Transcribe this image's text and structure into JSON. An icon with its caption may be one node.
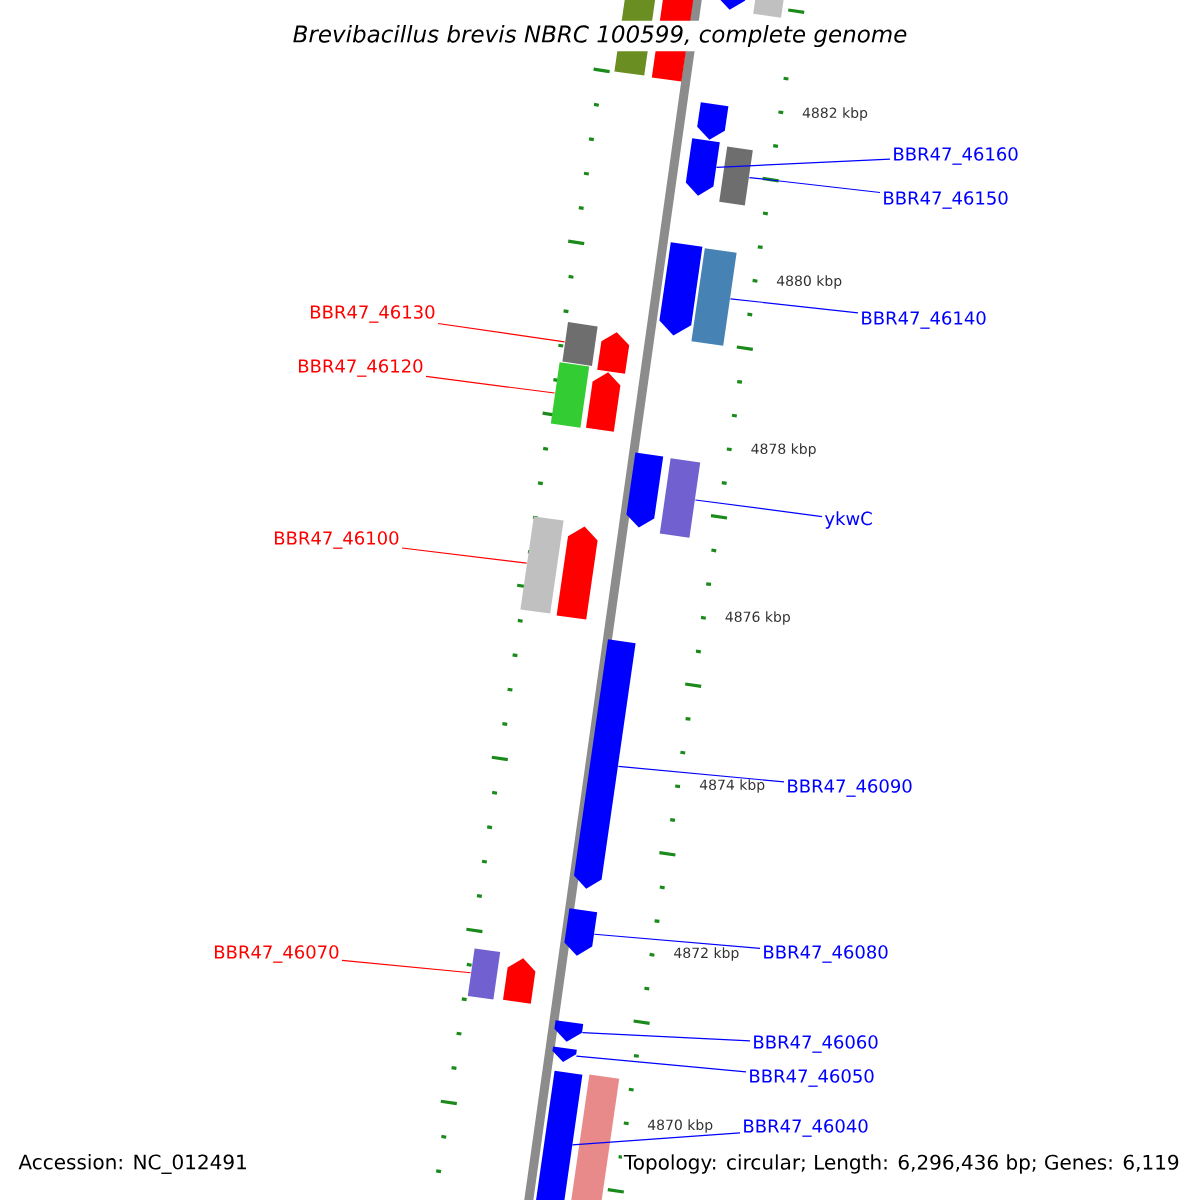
{
  "diagram": {
    "title": "Brevibacillus brevis NBRC 100599, complete genome",
    "nodes": [
      {
        "text": [
          "BBR47_46160"
        ]
      },
      {
        "text": [],
        "shape": "pentagon"
      },
      {
        "text": [
          "BBR47_46150"
        ]
      },
      {
        "text": [],
        "shape": "box"
      },
      {
        "text": [
          "BBR47_46140"
        ]
      },
      {
        "text": [],
        "shape": "box"
      },
      {
        "text": [
          "BBR47_46130"
        ]
      },
      {
        "text": [],
        "shape": "box"
      },
      {
        "text": [
          "BBR47_46120"
        ]
      },
      {
        "text": [],
        "shape": "box"
      },
      {
        "text": [
          "ykwC"
        ]
      },
      {
        "text": [],
        "shape": "box"
      },
      {
        "text": [
          "BBR47_46100"
        ]
      },
      {
        "text": [],
        "shape": "box"
      },
      {
        "text": [
          "BBR47_46090"
        ]
      },
      {
        "text": [],
        "shape": "pentagon"
      },
      {
        "text": [
          "BBR47_46070"
        ]
      },
      {
        "text": [],
        "shape": "box"
      },
      {
        "text": [
          "BBR47_46080"
        ]
      },
      {
        "text": [],
        "shape": "pentagon"
      },
      {
        "text": [
          "BBR47_46060"
        ]
      },
      {
        "text": [],
        "shape": "pentagon"
      },
      {
        "text": [
          "BBR47_46050"
        ]
      },
      {
        "text": [],
        "shape": "pentagon"
      },
      {
        "text": [
          "BBR47_46040"
        ]
      },
      {
        "text": [],
        "shape": "box"
      }
    ],
    "edges": [
      {
        "from": 0,
        "to": 1,
        "arrow": "none"
      },
      {
        "from": 2,
        "to": 3,
        "arrow": "none"
      },
      {
        "from": 4,
        "to": 5,
        "arrow": "none"
      },
      {
        "from": 6,
        "to": 7,
        "arrow": "none",
        "color": "#ff0000"
      },
      {
        "from": 8,
        "to": 9,
        "arrow": "none",
        "color": "#ff0000"
      },
      {
        "from": 10,
        "to": 11,
        "arrow": "none"
      },
      {
        "from": 12,
        "to": 13,
        "arrow": "none",
        "color": "#ff0000"
      },
      {
        "from": 14,
        "to": 15,
        "arrow": "none"
      },
      {
        "from": 16,
        "to": 17,
        "arrow": "none",
        "color": "#ff0000"
      },
      {
        "from": 18,
        "to": 19,
        "arrow": "none"
      },
      {
        "from": 20,
        "to": 21,
        "arrow": "none"
      },
      {
        "from": 22,
        "to": 23,
        "arrow": "none"
      },
      {
        "from": 24,
        "to": 25,
        "arrow": "none"
      }
    ],
    "labels": [
      "4882 kbp",
      "4880 kbp",
      "4878 kbp",
      "4876 kbp",
      "4874 kbp",
      "4872 kbp",
      "4870 kbp",
      "Accession: NC_012491",
      "Topology: circular; Length: 6,296,436 bp; Genes: 6,119"
    ]
  }
}
